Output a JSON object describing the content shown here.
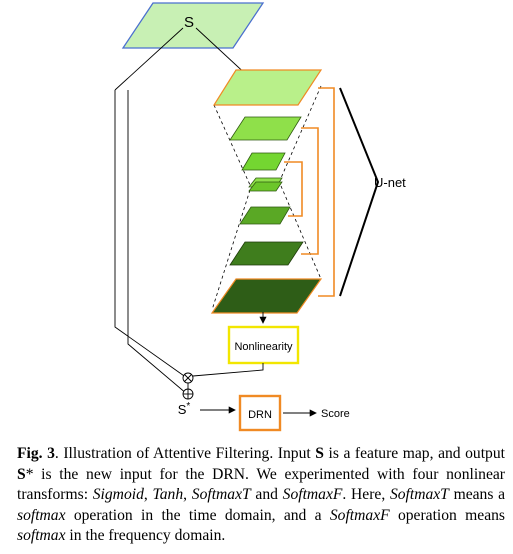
{
  "diagram": {
    "input_label": "S",
    "unet_label": "U-net",
    "nonlinearity_label": "Nonlinearity",
    "output_label": "S*",
    "drn_label": "DRN",
    "score_label": "Score",
    "multiply_symbol": "⊗",
    "add_symbol": "⊕",
    "colors": {
      "input_fill": "#c8f0b4",
      "input_stroke": "#4a6fcf",
      "orange": "#f08a24",
      "yellow": "#f2e600",
      "layer_1": "#b9f08a",
      "layer_2": "#8fe04a",
      "layer_3": "#74d631",
      "layer_4": "#6cc62a",
      "layer_5": "#5aa825",
      "layer_6": "#3f7d1d",
      "layer_7": "#2e5d17"
    }
  },
  "caption": {
    "fig_label": "Fig. 3",
    "segments": [
      {
        "t": "Fig. 3",
        "s": "b"
      },
      {
        "t": ". Illustration of Attentive Filtering. Input ",
        "s": ""
      },
      {
        "t": "S",
        "s": "b"
      },
      {
        "t": " is a feature map, and output ",
        "s": ""
      },
      {
        "t": "S",
        "s": "b"
      },
      {
        "t": "* is the new input for the DRN. We experimented with four nonlinear transforms: ",
        "s": ""
      },
      {
        "t": "Sigmoid",
        "s": "i"
      },
      {
        "t": ", ",
        "s": ""
      },
      {
        "t": "Tanh",
        "s": "i"
      },
      {
        "t": ", ",
        "s": ""
      },
      {
        "t": "SoftmaxT",
        "s": "i"
      },
      {
        "t": " and ",
        "s": ""
      },
      {
        "t": "SoftmaxF",
        "s": "i"
      },
      {
        "t": ". Here, ",
        "s": ""
      },
      {
        "t": "SoftmaxT",
        "s": "i"
      },
      {
        "t": " means a ",
        "s": ""
      },
      {
        "t": "softmax",
        "s": "i"
      },
      {
        "t": " operation in the time domain, and a ",
        "s": ""
      },
      {
        "t": "SoftmaxF",
        "s": "i"
      },
      {
        "t": " operation means ",
        "s": ""
      },
      {
        "t": "softmax",
        "s": "i"
      },
      {
        "t": " in the frequency domain.",
        "s": ""
      }
    ]
  }
}
